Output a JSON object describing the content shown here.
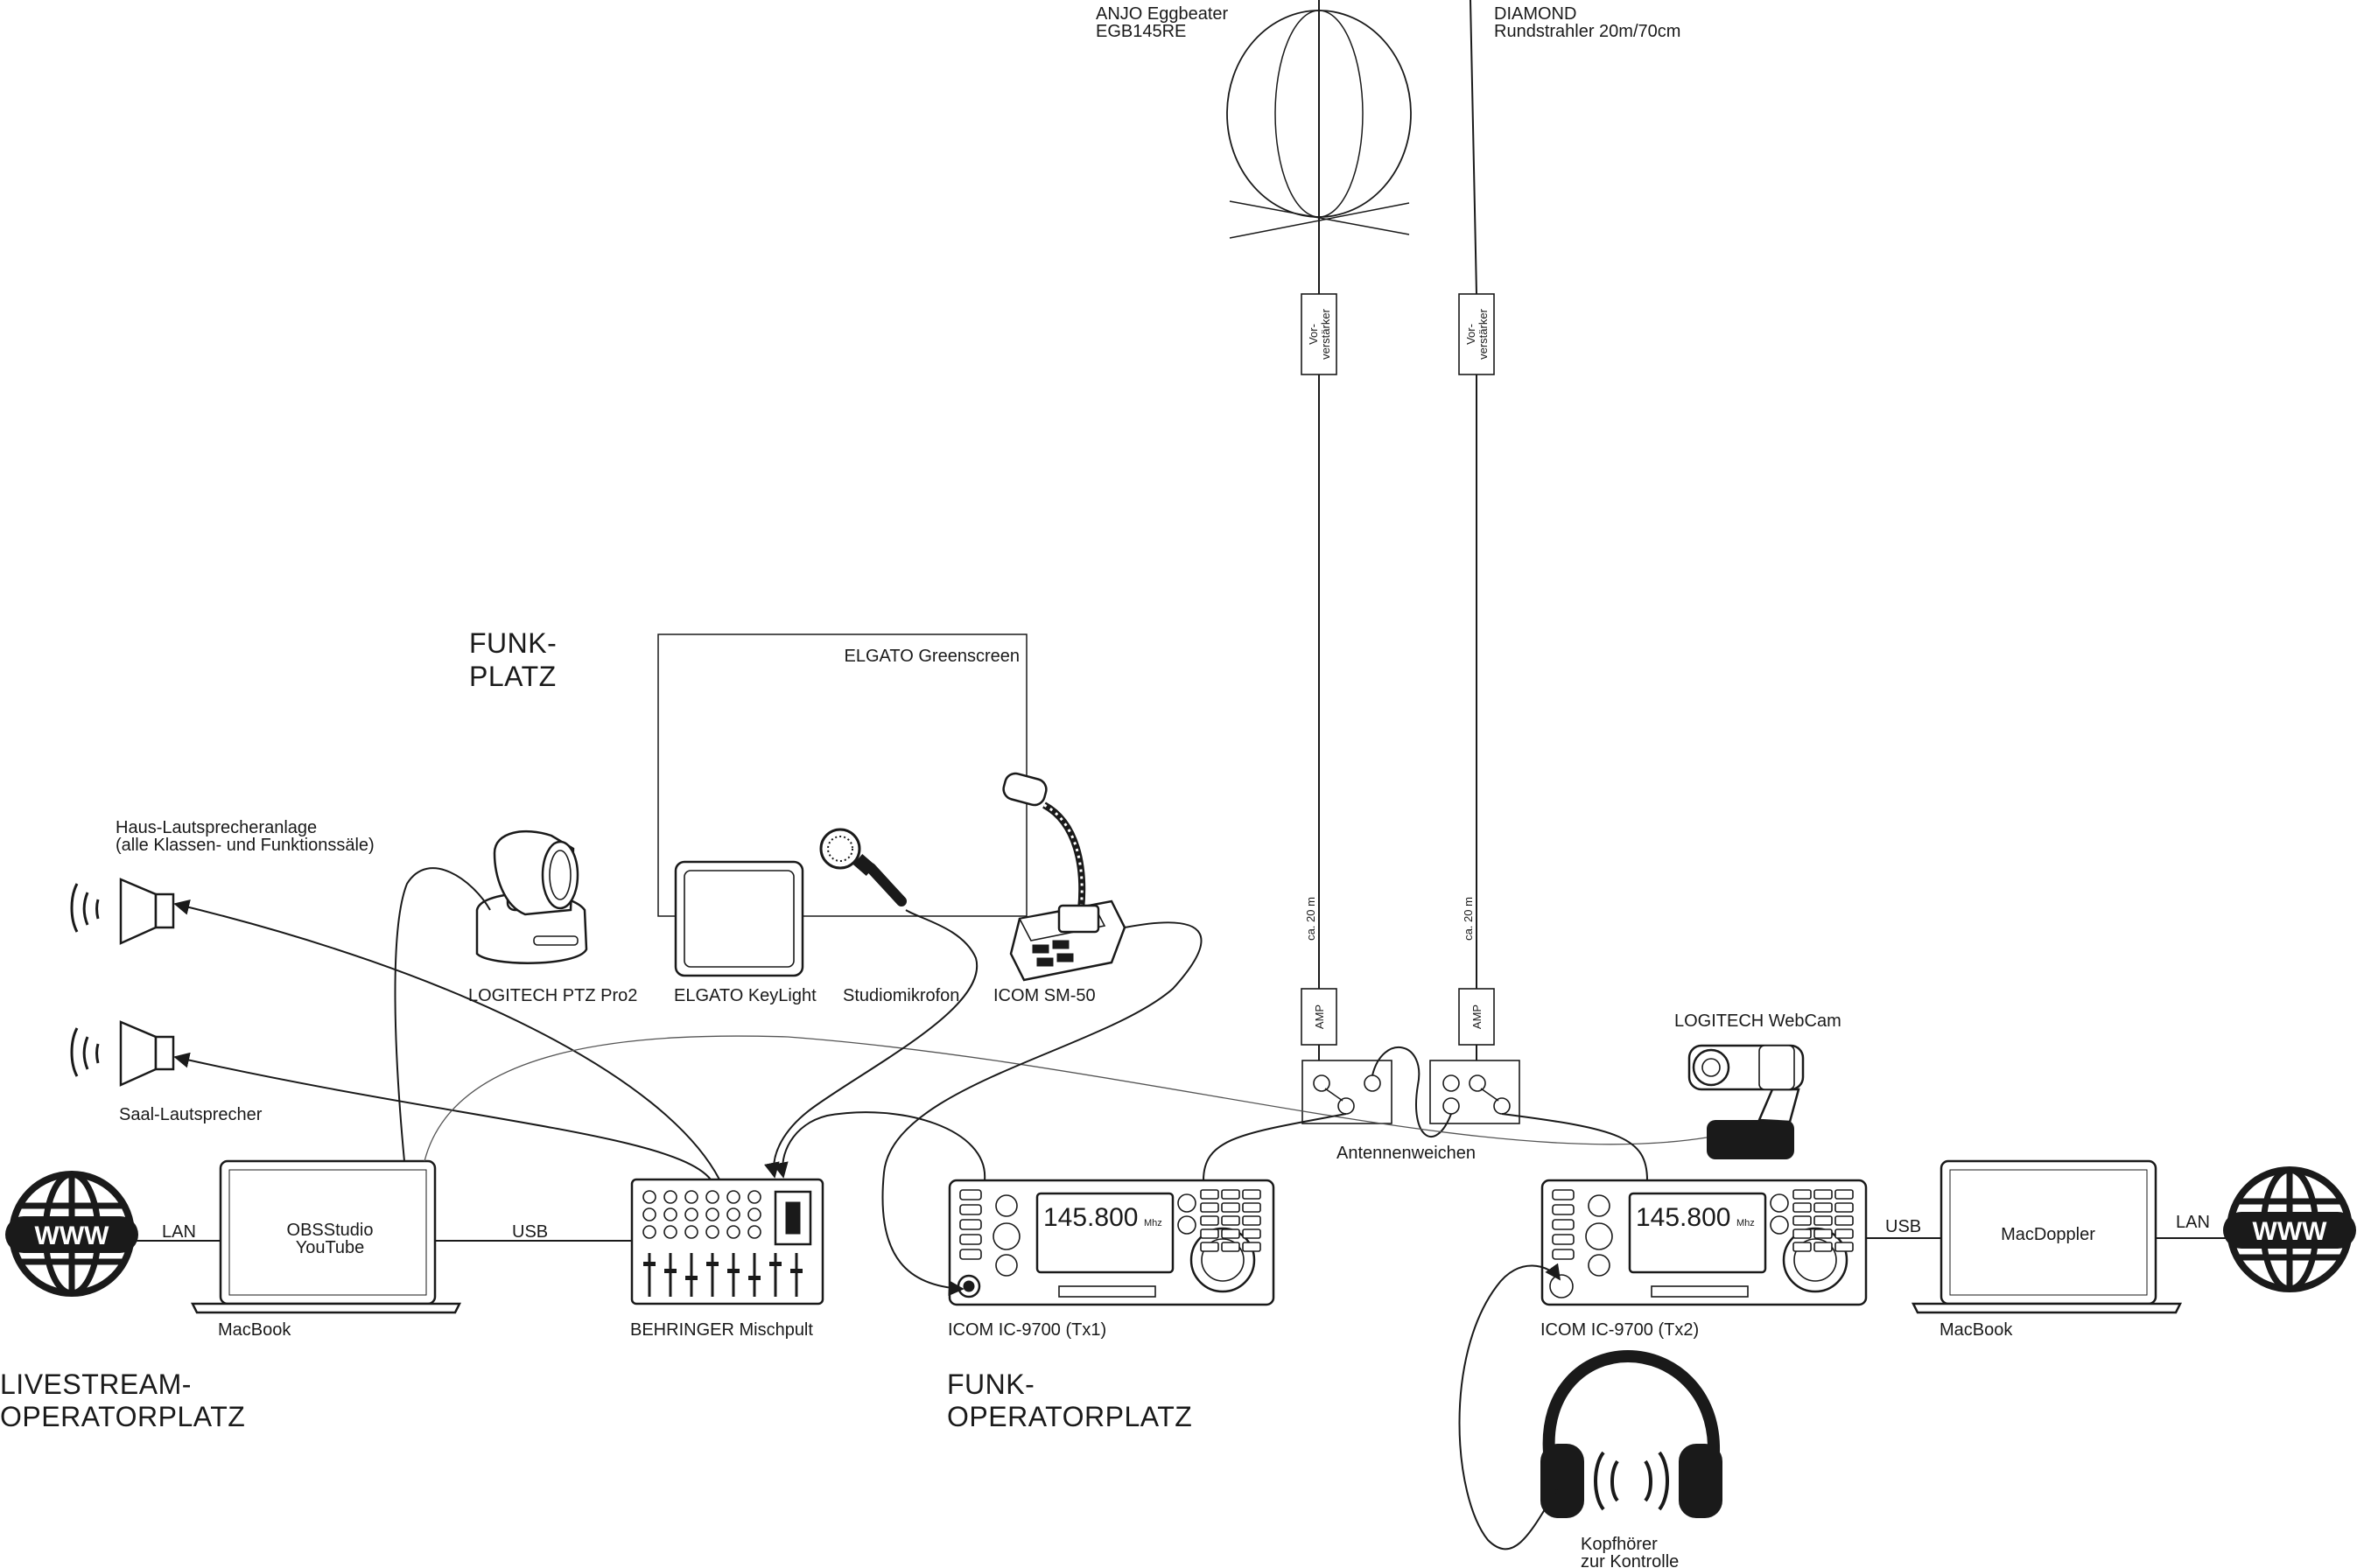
{
  "antennas": {
    "eggbeater": {
      "line1": "ANJO Eggbeater",
      "line2": "EGB145RE"
    },
    "diamond": {
      "line1": "DIAMOND",
      "line2": "Rundstrahler 20m/70cm"
    },
    "preamp_label": {
      "line1": "Vor-",
      "line2": "verstärker"
    },
    "cable_length": "ca. 20 m",
    "amp_label": "AMP",
    "diplexers": "Antennenweichen"
  },
  "areas": {
    "funkplatz": {
      "line1": "FUNK-",
      "line2": "PLATZ"
    },
    "livestream": {
      "line1": "LIVESTREAM-",
      "line2": "OPERATORPLATZ"
    },
    "funk_operator": {
      "line1": "FUNK-",
      "line2": "OPERATORPLATZ"
    }
  },
  "devices": {
    "greenscreen": "ELGATO Greenscreen",
    "ptz": "LOGITECH PTZ Pro2",
    "keylight": "ELGATO KeyLight",
    "studiomic": "Studiomikrofon",
    "sm50": "ICOM SM-50",
    "house_speakers": {
      "line1": "Haus-Lautsprecheranlage",
      "line2": "(alle Klassen- und Funktionssäle)"
    },
    "hall_speaker": "Saal-Lautsprecher",
    "macbook_left": {
      "screen_line1": "OBSStudio",
      "screen_line2": "YouTube",
      "label": "MacBook"
    },
    "mixer": "BEHRINGER Mischpult",
    "radio1": {
      "frequency": "145.800",
      "unit": "Mhz",
      "label": "ICOM IC-9700 (Tx1)"
    },
    "radio2": {
      "frequency": "145.800",
      "unit": "Mhz",
      "label": "ICOM IC-9700 (Tx2)"
    },
    "webcam": "LOGITECH WebCam",
    "macbook_right": {
      "screen": "MacDoppler",
      "label": "MacBook"
    },
    "headphones": {
      "line1": "Kopfhörer",
      "line2": "zur Kontrolle"
    },
    "www_left": "WWW",
    "www_right": "WWW"
  },
  "connections": {
    "lan_left": "LAN",
    "usb_left": "USB",
    "usb_right": "USB",
    "lan_right": "LAN"
  }
}
